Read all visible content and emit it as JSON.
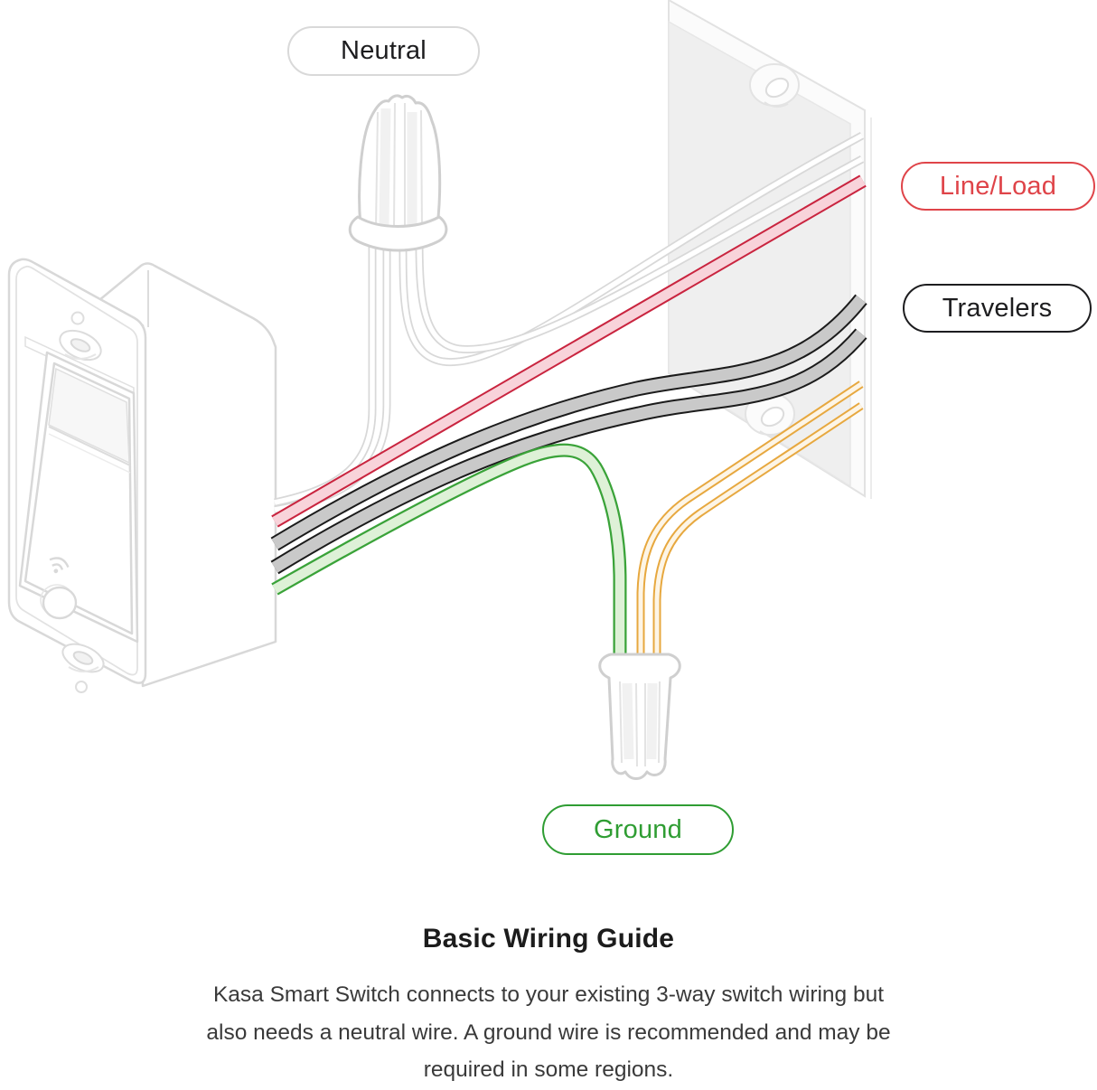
{
  "diagram": {
    "labels": {
      "neutral": {
        "text": "Neutral"
      },
      "line_load": {
        "text": "Line/Load"
      },
      "travelers": {
        "text": "Travelers"
      },
      "ground": {
        "text": "Ground"
      }
    },
    "parts": {
      "switch": "smart-switch",
      "wall_box": "wall-box",
      "wire_nut_top": "wire-nut",
      "wire_nut_bottom": "wire-nut"
    }
  },
  "caption": {
    "title": "Basic Wiring Guide",
    "body": "Kasa Smart Switch connects to your existing 3-way switch wiring but also needs a neutral wire. A ground wire is recommended and may be required in some regions."
  },
  "colors": {
    "label_neutral_border": "#d9d9d9",
    "label_neutral_text": "#1d1d1f",
    "label_line_load": "#df4449",
    "label_travelers": "#1d1d1f",
    "label_ground": "#2f9d33",
    "wire_white_edge": "#d8d8d8",
    "wire_white_fill": "#ffffff",
    "wire_red_edge": "#c9243f",
    "wire_red_fill": "#f8d3da",
    "wire_traveler_edge": "#1b1b1b",
    "wire_traveler_fill": "#c9c9c9",
    "wire_green_edge": "#3aa339",
    "wire_green_fill": "#def1d7",
    "wire_copper_edge": "#e7a83f",
    "wire_copper_fill": "#fdf5e6",
    "sketch_outline": "#d8d8d8",
    "box_face": "#efefef",
    "heading_text": "#1c1c1c",
    "body_text": "#3a3a3a"
  }
}
